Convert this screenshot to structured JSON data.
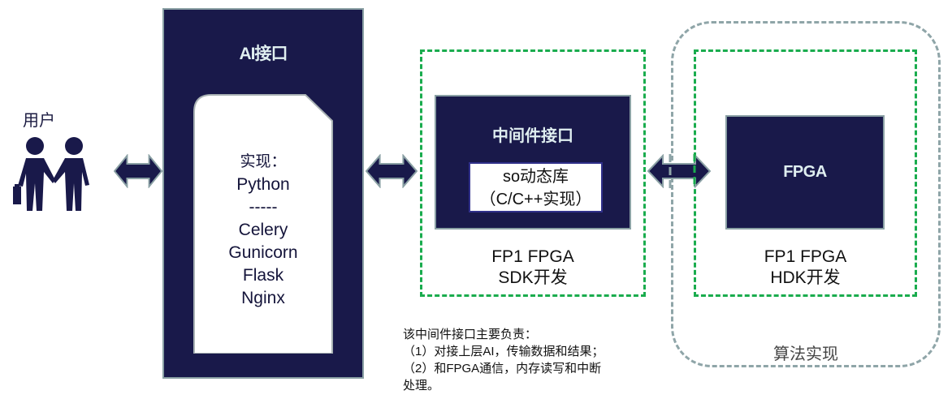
{
  "colors": {
    "navy": "#19194a",
    "box_border": "#8aa0a4",
    "green_dash": "#1aac4e",
    "gray_dash": "#8fa5a8",
    "title_text": "#dfeef0"
  },
  "users": {
    "label": "用户",
    "icon": "two-people-icon"
  },
  "arrows": [
    {
      "icon": "bidirectional-arrow-icon",
      "between": "users-ai"
    },
    {
      "icon": "bidirectional-arrow-icon",
      "between": "ai-middleware"
    },
    {
      "icon": "bidirectional-arrow-icon",
      "between": "middleware-fpga"
    }
  ],
  "ai_interface": {
    "title": "AI接口",
    "card_lines": [
      "实现：",
      "Python",
      "-----",
      "Celery",
      "Gunicorn",
      "Flask",
      "Nginx"
    ]
  },
  "middleware": {
    "title": "中间件接口",
    "so_lines": [
      "so动态库",
      "（C/C++实现）"
    ],
    "area_label_lines": [
      "FP1 FPGA",
      "SDK开发"
    ]
  },
  "fpga": {
    "title": "FPGA",
    "area_label_lines": [
      "FP1 FPGA",
      "HDK开发"
    ],
    "group_label": "算法实现"
  },
  "description": {
    "lines": [
      "该中间件接口主要负责：",
      "（1）对接上层AI，传输数据和结果；",
      "（2）和FPGA通信，内存读写和中断",
      "处理。"
    ]
  }
}
